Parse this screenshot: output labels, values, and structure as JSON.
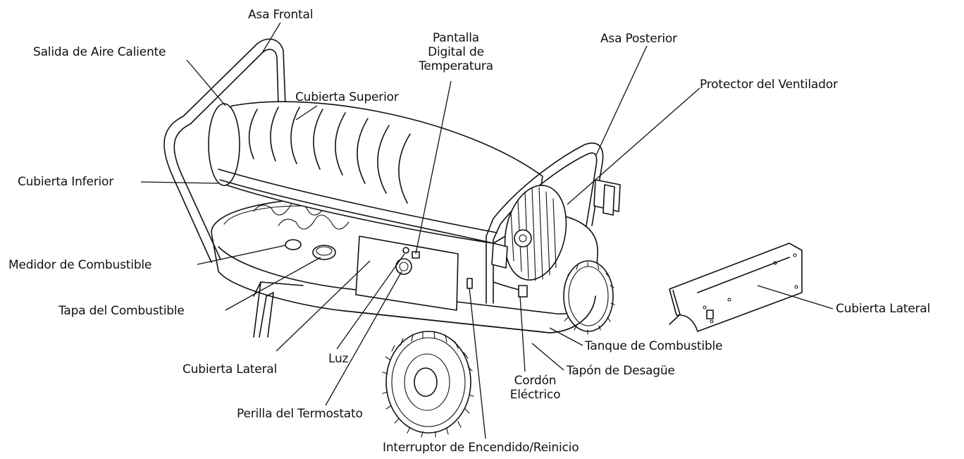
{
  "labels": {
    "asa_frontal": "Asa Frontal",
    "salida_aire": "Salida de Aire Caliente",
    "pantalla_digital": [
      "Pantalla",
      "Digital de",
      "Temperatura"
    ],
    "asa_posterior": "Asa Posterior",
    "protector_ventilador": "Protector del Ventilador",
    "cubierta_superior": "Cubierta Superior",
    "cubierta_inferior": "Cubierta Inferior",
    "medidor_combustible": "Medidor de Combustible",
    "tapa_combustible": "Tapa del Combustible",
    "cubierta_lateral_izq": "Cubierta Lateral",
    "luz": "Luz",
    "perilla_termostato": "Perilla del Termostato",
    "interruptor": "Interruptor de Encendido/Reinicio",
    "cordon_electrico": [
      "Cordón",
      "Eléctrico"
    ],
    "tapon_desague": "Tapón de Desagüe",
    "tanque_combustible": "Tanque de Combustible",
    "cubierta_lateral_der": "Cubierta Lateral"
  }
}
